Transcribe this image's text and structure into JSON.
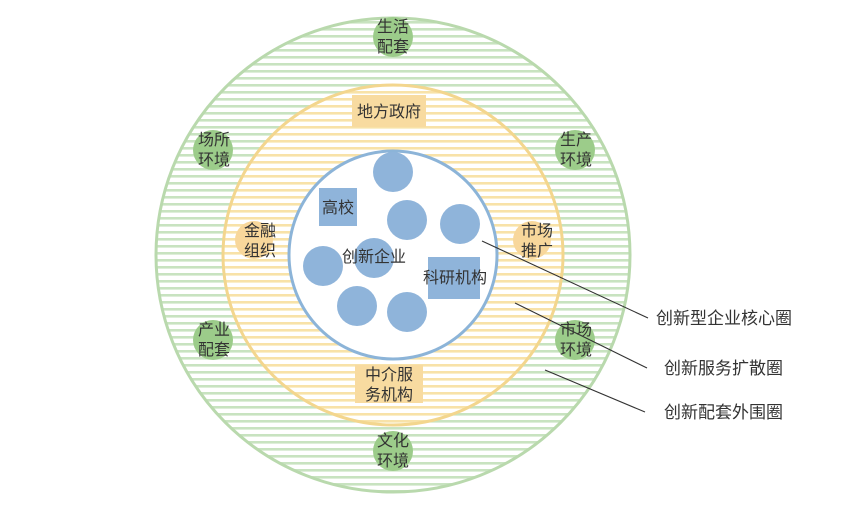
{
  "colors": {
    "outer_ring": "#c8e3c0",
    "outer_stripe_bg": "#ffffff",
    "outer_stroke": "#b9d9ad",
    "middle_ring": "#f8e2a8",
    "middle_stroke": "#f3d68e",
    "inner_stroke": "#8cb4d8",
    "blue_node": "#8fb4da",
    "green_node": "#9ccc8a",
    "orange_node": "#f8d79b",
    "yellow_box": "#f8dba0",
    "blue_box": "#8fb4da",
    "leader_line": "#333333"
  },
  "outer_nodes": [
    {
      "line1": "生活",
      "line2": "配套"
    },
    {
      "line1": "生产",
      "line2": "环境"
    },
    {
      "line1": "市场",
      "line2": "环境"
    },
    {
      "line1": "文化",
      "line2": "环境"
    },
    {
      "line1": "产业",
      "line2": "配套"
    },
    {
      "line1": "场所",
      "line2": "环境"
    }
  ],
  "middle_nodes": {
    "top_box": "地方政府",
    "bottom_box": {
      "line1": "中介服",
      "line2": "务机构"
    },
    "left": {
      "line1": "金融",
      "line2": "组织"
    },
    "right": {
      "line1": "市场",
      "line2": "推广"
    }
  },
  "core_nodes": {
    "university": "高校",
    "enterprise": "创新企业",
    "research": "科研机构"
  },
  "callouts": [
    "创新型企业核心圈",
    "创新服务扩散圈",
    "创新配套外围圈"
  ]
}
